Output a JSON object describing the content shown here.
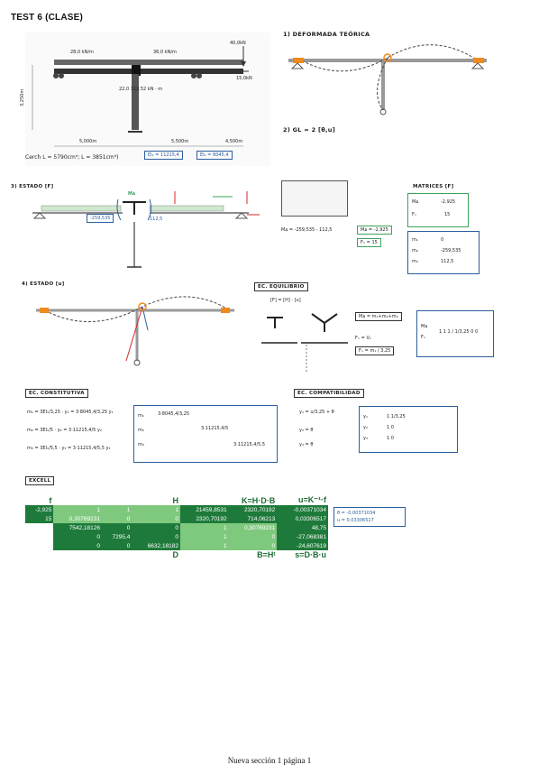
{
  "page_title": "TEST 6 (CLASE)",
  "footer": "Nueva sección 1 página 1",
  "structure": {
    "load_left": "28,0 kN/m",
    "load_right": "36,0 kN/m",
    "force_top": "40,0kN",
    "force_right": "15,0kN",
    "moment": "22,0 112,52 kN · m",
    "height": "3,250m",
    "span_left": "5,000m",
    "span_mid": "5,500m",
    "span_right": "4,500m",
    "properties": "Cerch L = 5790cm⁴; L = 3851cm⁴)",
    "ei1": "EI₁ = 11215,4",
    "ei2": "EI₂ = 8045,4"
  },
  "sections": {
    "s1": "1) DEFORMADA TEÓRICA",
    "s2": "2) GL = 2 [θ,u]",
    "s3": "3) ESTADO [F]",
    "s4": "4) ESTADO [u]",
    "eq_equilibrio": "EC. EQUILIBRIO",
    "eq_constitutiva": "EC. CONSTITUTIVA",
    "eq_compatibilidad": "EC. COMPATIBILIDAD",
    "matrices": "MATRICES [F]",
    "excel": "EXCELL"
  },
  "state_f": {
    "val_left": "-259,535",
    "val_right": "112,5",
    "ma": "Mᴀ",
    "moment_eq": "Mᴀ = -259,535 - 112,5",
    "ma_result": "Mᴀ = -2,925",
    "fx_result": "Fₓ = 15",
    "matrix_top": [
      "-2,925",
      "15"
    ],
    "matrix_bottom": [
      "0",
      "-259,535",
      "112,5"
    ]
  },
  "equilibrium": {
    "row1": "[F] = [H] · [u]",
    "ma_eq": "Mᴀ = m₁+m₂+m₃",
    "fx_eq": "Fₓ = V₁",
    "fx_frac": "Fₓ = m₁ / 3,25",
    "matrix_h": "1  1  1 / 1/3,25  0  0"
  },
  "constitutive": {
    "m1": "m₁ = 3EI₁/3,25 · y₁ = 3·8045,4/3,25 y₁",
    "m2": "m₂ = 3EI₁/5 · y₂ = 3·11215,4/5 y₂",
    "m3": "m₃ = 3EI₁/5,5 · y₃ = 3·11215,4/5,5 y₃",
    "d11": "3·8045,4/3,25",
    "d22": "3·11215,4/5",
    "d33": "3·11215,4/5,5"
  },
  "compatibility": {
    "y1": "y₁ = u/3,25 + θ",
    "y2": "y₂ = θ",
    "y3": "y₃ = θ",
    "b_row1": "1   1/3,25",
    "b_row2": "1   0",
    "b_row3": "1   0"
  },
  "excel_table": {
    "headers": [
      "f",
      "H",
      "K=H·D·B",
      "u=K⁻¹·f"
    ],
    "rows": [
      [
        "-2,925",
        "1",
        "1",
        "1",
        "21459,8531",
        "2320,70192",
        "-0,00371034"
      ],
      [
        "15",
        "0,30769231",
        "0",
        "0",
        "2320,70192",
        "714,06213",
        "0,03306517"
      ],
      [
        "",
        "7542,18126",
        "0",
        "0",
        "1",
        "0,30769231",
        "48,75"
      ],
      [
        "",
        "0",
        "7295,4",
        "0",
        "1",
        "0",
        "-27,068381"
      ],
      [
        "",
        "0",
        "0",
        "6632,18182",
        "1",
        "0",
        "-24,607619"
      ]
    ],
    "footers": [
      "D",
      "B=Hᵗ",
      "s=D·B·u"
    ]
  },
  "results": {
    "theta": "θ = -0,00371034",
    "u": "u = 0,03306517"
  },
  "colors": {
    "dark_green": "#1e7a3a",
    "light_green": "#7fc97f",
    "blue_box": "#2b5f9e",
    "green_box": "#3aa35a",
    "orange": "#f08a1c",
    "red": "#d62a2a"
  }
}
